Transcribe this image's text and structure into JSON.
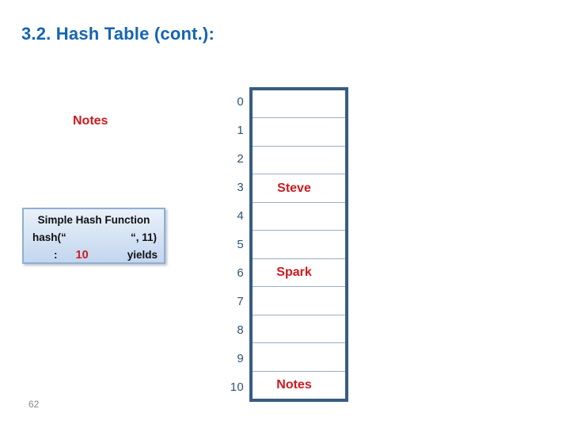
{
  "slide": {
    "title": "3.2. Hash Table (cont.):",
    "page_number": "62"
  },
  "notes_callout": "Notes",
  "hash_function_box": {
    "line1": "Simple Hash Function",
    "line2_left": "hash(“",
    "line2_right": "“, 11)",
    "line3_colon": ":",
    "line3_result": "10",
    "line3_suffix": "yields"
  },
  "hash_table": {
    "rows": [
      {
        "index": "0",
        "value": ""
      },
      {
        "index": "1",
        "value": ""
      },
      {
        "index": "2",
        "value": ""
      },
      {
        "index": "3",
        "value": "Steve"
      },
      {
        "index": "4",
        "value": ""
      },
      {
        "index": "5",
        "value": ""
      },
      {
        "index": "6",
        "value": "Spark"
      },
      {
        "index": "7",
        "value": ""
      },
      {
        "index": "8",
        "value": ""
      },
      {
        "index": "9",
        "value": ""
      },
      {
        "index": "10",
        "value": "Notes"
      }
    ]
  },
  "colors": {
    "title_blue": "#1565B2",
    "accent_red": "#CD1A1F",
    "index_navy": "#2F5376",
    "table_border": "#375C84",
    "row_divider": "#9AAFC4",
    "box_border": "#8FAFD4",
    "box_fill_top": "#EAF1FA",
    "box_fill_bottom": "#C2D6EF",
    "page_number_gray": "#8A8A8A"
  }
}
